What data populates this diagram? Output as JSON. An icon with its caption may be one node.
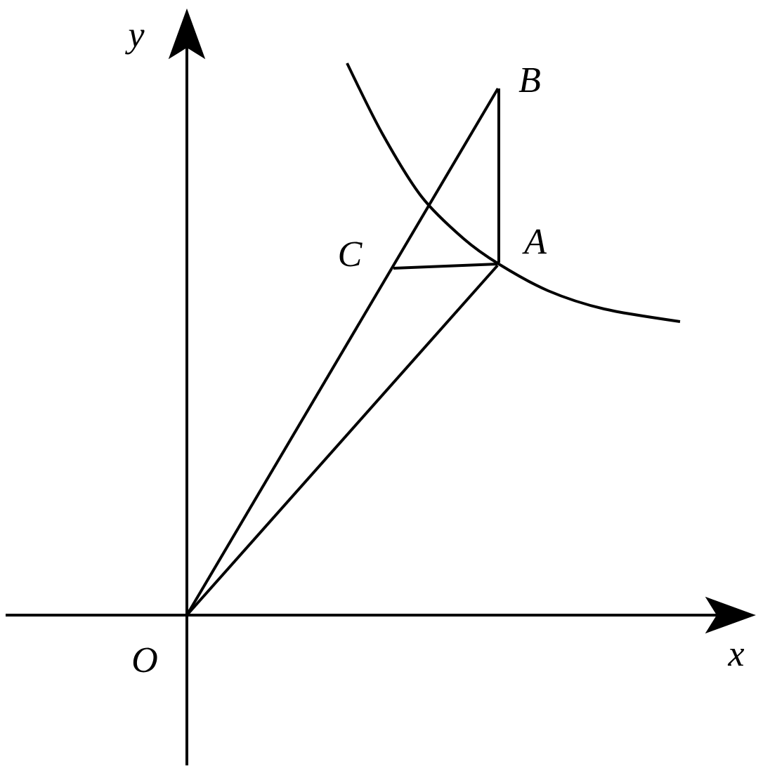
{
  "diagram": {
    "nodes": [
      {
        "text": [
          "B"
        ]
      },
      {
        "text": [
          "C"
        ]
      },
      {
        "text": [
          "A"
        ]
      },
      {
        "text": [
          "O"
        ]
      }
    ],
    "edges": [
      {
        "from": 3,
        "to": 0,
        "arrow": "none"
      },
      {
        "from": 3,
        "to": 2,
        "arrow": "none"
      },
      {
        "from": 2,
        "to": 0,
        "arrow": "none"
      },
      {
        "from": 1,
        "to": 2,
        "arrow": "none"
      }
    ],
    "labels": [
      "y",
      "x"
    ]
  }
}
